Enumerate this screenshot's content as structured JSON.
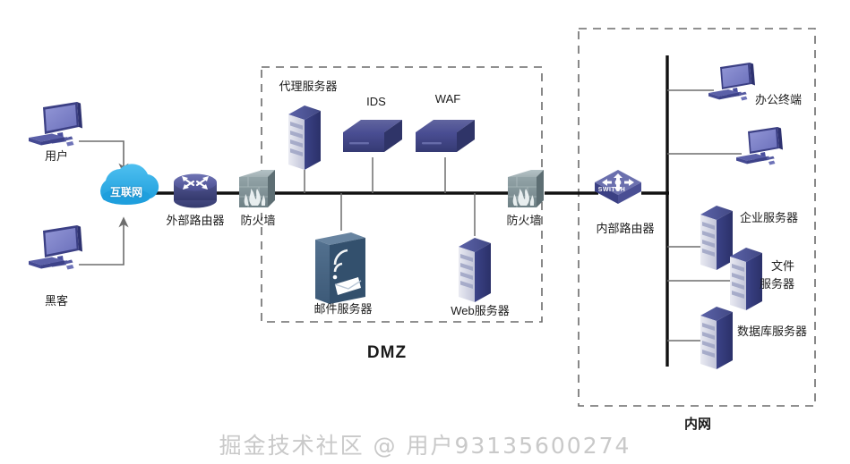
{
  "diagram": {
    "title_watermark": "掘金技术社区 @ 用户93135600274",
    "zones": {
      "dmz_label": "DMZ",
      "intranet_label": "内网"
    },
    "external": {
      "user_label": "用户",
      "hacker_label": "黑客",
      "internet_label": "互联网",
      "external_router_label": "外部路由器",
      "firewall_outer_label": "防火墙"
    },
    "dmz": {
      "proxy_label": "代理服务器",
      "ids_label": "IDS",
      "waf_label": "WAF",
      "mail_label": "邮件服务器",
      "web_label": "Web服务器",
      "firewall_inner_label": "防火墙"
    },
    "intranet": {
      "internal_router_label": "内部路由器",
      "switch_badge": "SWITCH",
      "office_terminal_label": "办公终端",
      "enterprise_server_label": "企业服务器",
      "file_server_label_1": "文件",
      "file_server_label_2": "服务器",
      "database_server_label": "数据库服务器"
    },
    "colors": {
      "cloud": "#29ABE8",
      "router": "#5a5f9e",
      "appliance": "#4d5199",
      "server_body": "#3b4287",
      "server_face": "#d8dae8",
      "firewall": "#7e8e92",
      "pc_screen": "#7b7fc4",
      "pc_body": "#4a4f9e",
      "link": "#111111",
      "thin_link": "#6d6d6d",
      "dashed": "#6b6b6b",
      "watermark": "#c9c9c9"
    }
  }
}
